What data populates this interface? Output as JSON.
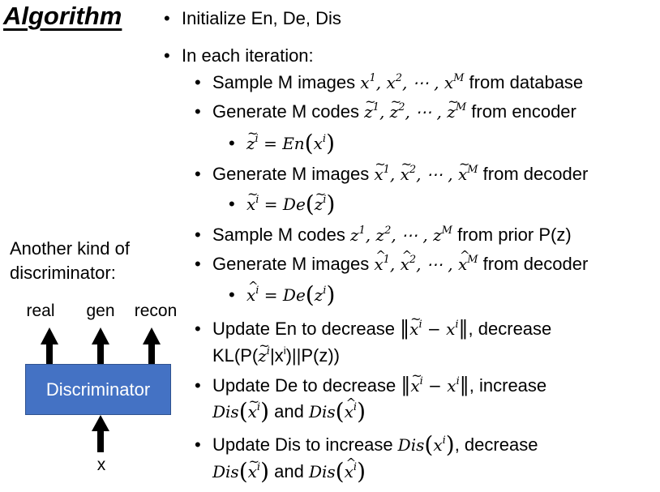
{
  "title": "Algorithm",
  "side": {
    "line1": "Another kind of",
    "line2": "discriminator:",
    "outputs": [
      "real",
      "gen",
      "recon"
    ],
    "box_label": "Discriminator",
    "input_label": "x",
    "box_color": "#4472c4"
  },
  "steps": {
    "init": "Initialize En, De, Dis",
    "iter": "In each iteration:",
    "s1_a": "Sample M images ",
    "s1_b": " from database",
    "s2_a": "Generate M codes ",
    "s2_b": " from encoder",
    "s3_a": "Generate M images ",
    "s3_b": " from decoder",
    "s4_a": "Sample M codes ",
    "s4_b": " from prior P(z)",
    "s5_a": "Generate M images ",
    "s5_b": " from decoder",
    "s6_a": "Update En to decrease ",
    "s6_b": ", decrease",
    "s6_c": "KL(P(",
    "s6_d": "|x",
    "s6_e": ")||P(z))",
    "s7_a": "Update De to decrease ",
    "s7_b": ", increase",
    "s7_and": " and ",
    "s8_a": "Update Dis to increase ",
    "s8_b": ", decrease",
    "s8_and": " and "
  }
}
